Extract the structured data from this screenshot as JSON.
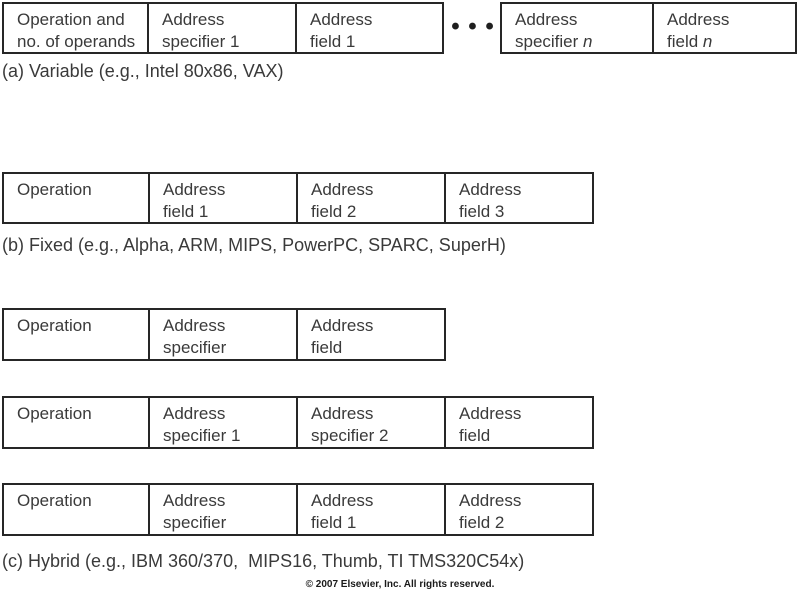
{
  "colors": {
    "border": "#262626",
    "text": "#3a3a3a",
    "background": "#ffffff"
  },
  "figure": {
    "row_a": {
      "group1": {
        "cells": [
          {
            "line1": "Operation and",
            "line2": "no. of operands"
          },
          {
            "line1": "Address",
            "line2": "specifier 1"
          },
          {
            "line1": "Address",
            "line2": "field 1"
          }
        ]
      },
      "ellipsis": "• • •",
      "group2": {
        "cells": [
          {
            "line1": "Address",
            "line2": "specifier ",
            "italic": "n"
          },
          {
            "line1": "Address",
            "line2": "field ",
            "italic": "n"
          }
        ]
      },
      "caption": "(a) Variable (e.g., Intel 80x86, VAX)"
    },
    "row_b": {
      "cells": [
        {
          "line1": "Operation",
          "line2": ""
        },
        {
          "line1": "Address",
          "line2": "field 1"
        },
        {
          "line1": "Address",
          "line2": "field 2"
        },
        {
          "line1": "Address",
          "line2": "field 3"
        }
      ],
      "caption": "(b) Fixed (e.g., Alpha, ARM, MIPS, PowerPC, SPARC, SuperH)"
    },
    "row_c": {
      "rows": [
        {
          "cells": [
            {
              "line1": "Operation",
              "line2": ""
            },
            {
              "line1": "Address",
              "line2": "specifier"
            },
            {
              "line1": "Address",
              "line2": "field"
            }
          ]
        },
        {
          "cells": [
            {
              "line1": "Operation",
              "line2": ""
            },
            {
              "line1": "Address",
              "line2": "specifier 1"
            },
            {
              "line1": "Address",
              "line2": "specifier 2"
            },
            {
              "line1": "Address",
              "line2": "field"
            }
          ]
        },
        {
          "cells": [
            {
              "line1": "Operation",
              "line2": ""
            },
            {
              "line1": "Address",
              "line2": "specifier"
            },
            {
              "line1": "Address",
              "line2": "field 1"
            },
            {
              "line1": "Address",
              "line2": "field 2"
            }
          ]
        }
      ],
      "caption": "(c) Hybrid (e.g., IBM 360/370,  MIPS16, Thumb, TI TMS320C54x)"
    }
  },
  "footer": "© 2007 Elsevier, Inc. All rights reserved."
}
